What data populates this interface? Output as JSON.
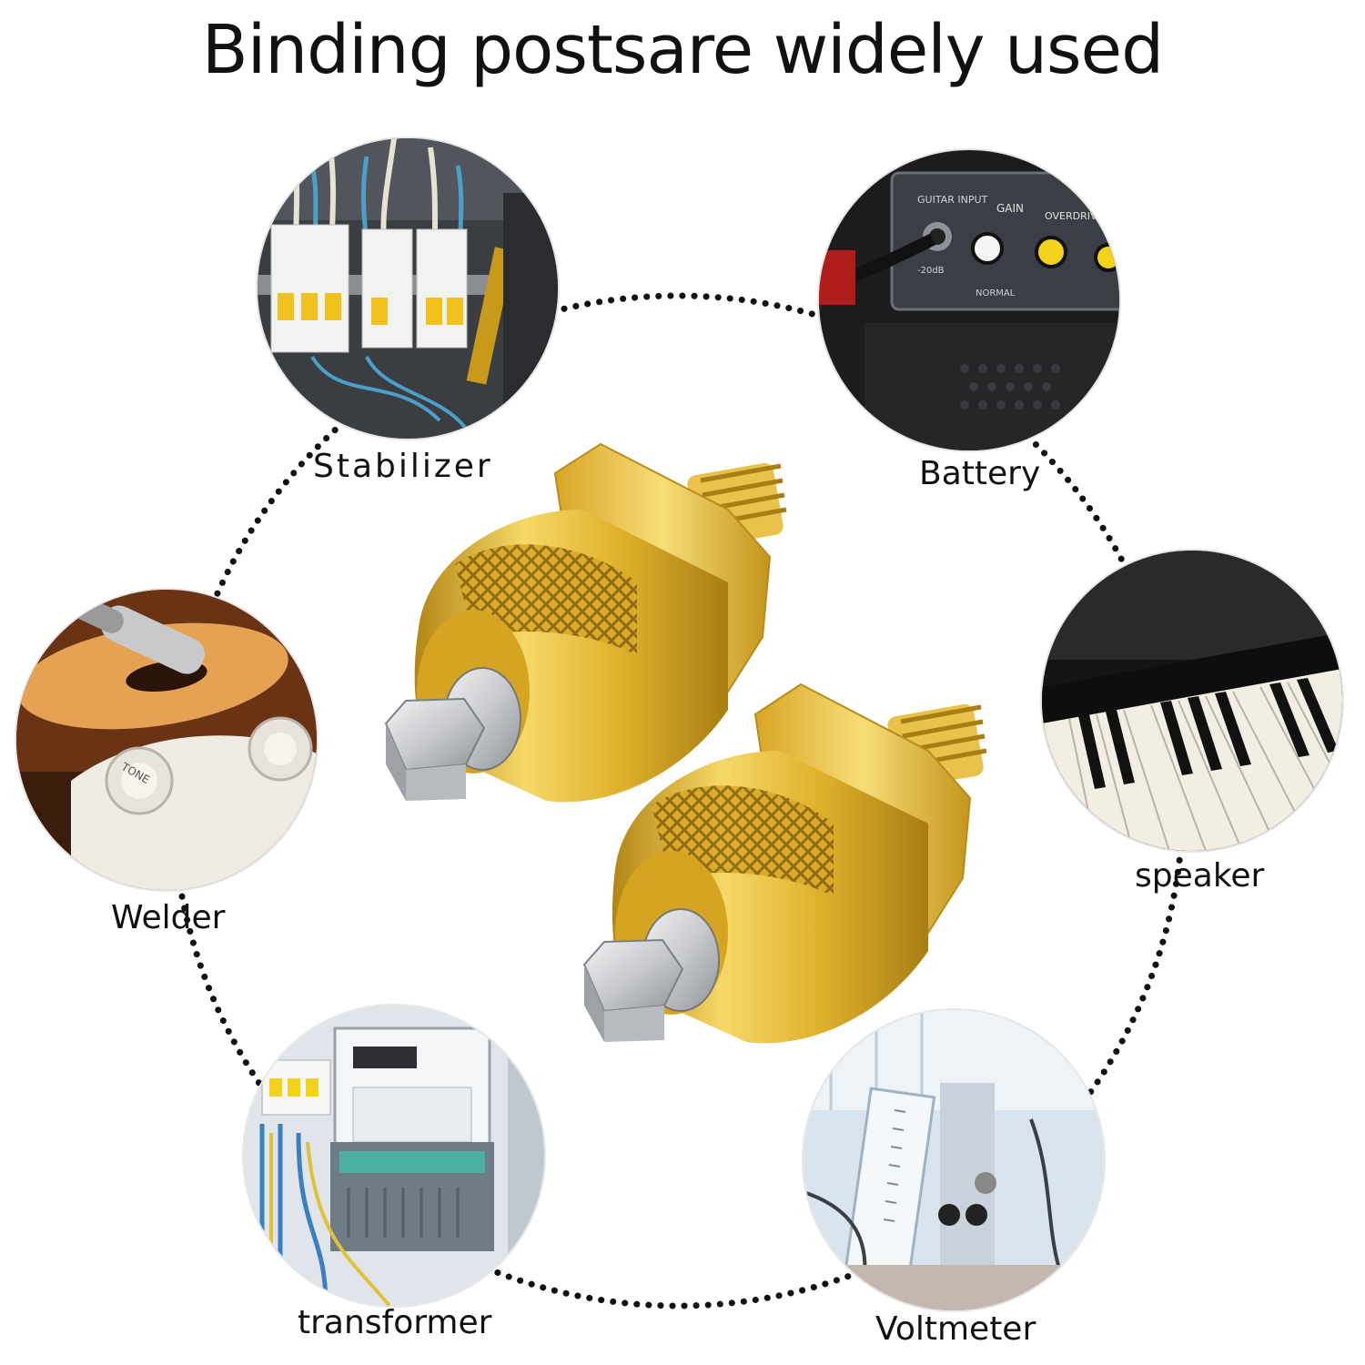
{
  "headline": "Binding postsare widely used",
  "applications": [
    {
      "label": "Stabilizer"
    },
    {
      "label": "Battery"
    },
    {
      "label": "Welder"
    },
    {
      "label": "speaker"
    },
    {
      "label": "transformer"
    },
    {
      "label": "Voltmeter"
    }
  ],
  "photo_text": {
    "guitar_input": "GUITAR INPUT",
    "gain": "GAIN",
    "overdrive": "OVERDRIVE",
    "normal": "NORMAL",
    "minus20db": "-20dB",
    "tone": "TONE"
  },
  "colors": {
    "brass": "#e0b22c",
    "brass_light": "#f6d868",
    "brass_dark": "#a87e14",
    "steel": "#c7c9cc",
    "dots": "#111111"
  }
}
